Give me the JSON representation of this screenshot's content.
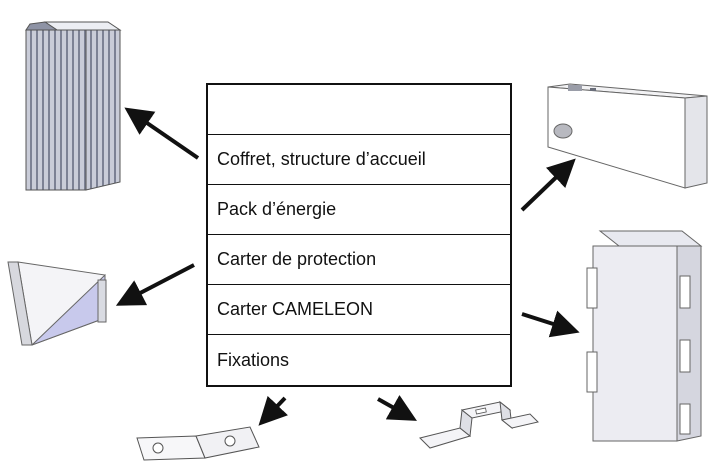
{
  "diagram": {
    "rows": [
      {
        "label": ""
      },
      {
        "label": "Coffret, structure d’accueil"
      },
      {
        "label": "Pack d’énergie"
      },
      {
        "label": "Carter de protection"
      },
      {
        "label": "Carter CAMELEON"
      },
      {
        "label": "Fixations"
      }
    ],
    "colors": {
      "line": "#111111",
      "metal_light": "#d9dbe4",
      "metal_mid": "#a9aebd",
      "metal_dark": "#6f7486",
      "accent": "#c8c9ec"
    }
  }
}
